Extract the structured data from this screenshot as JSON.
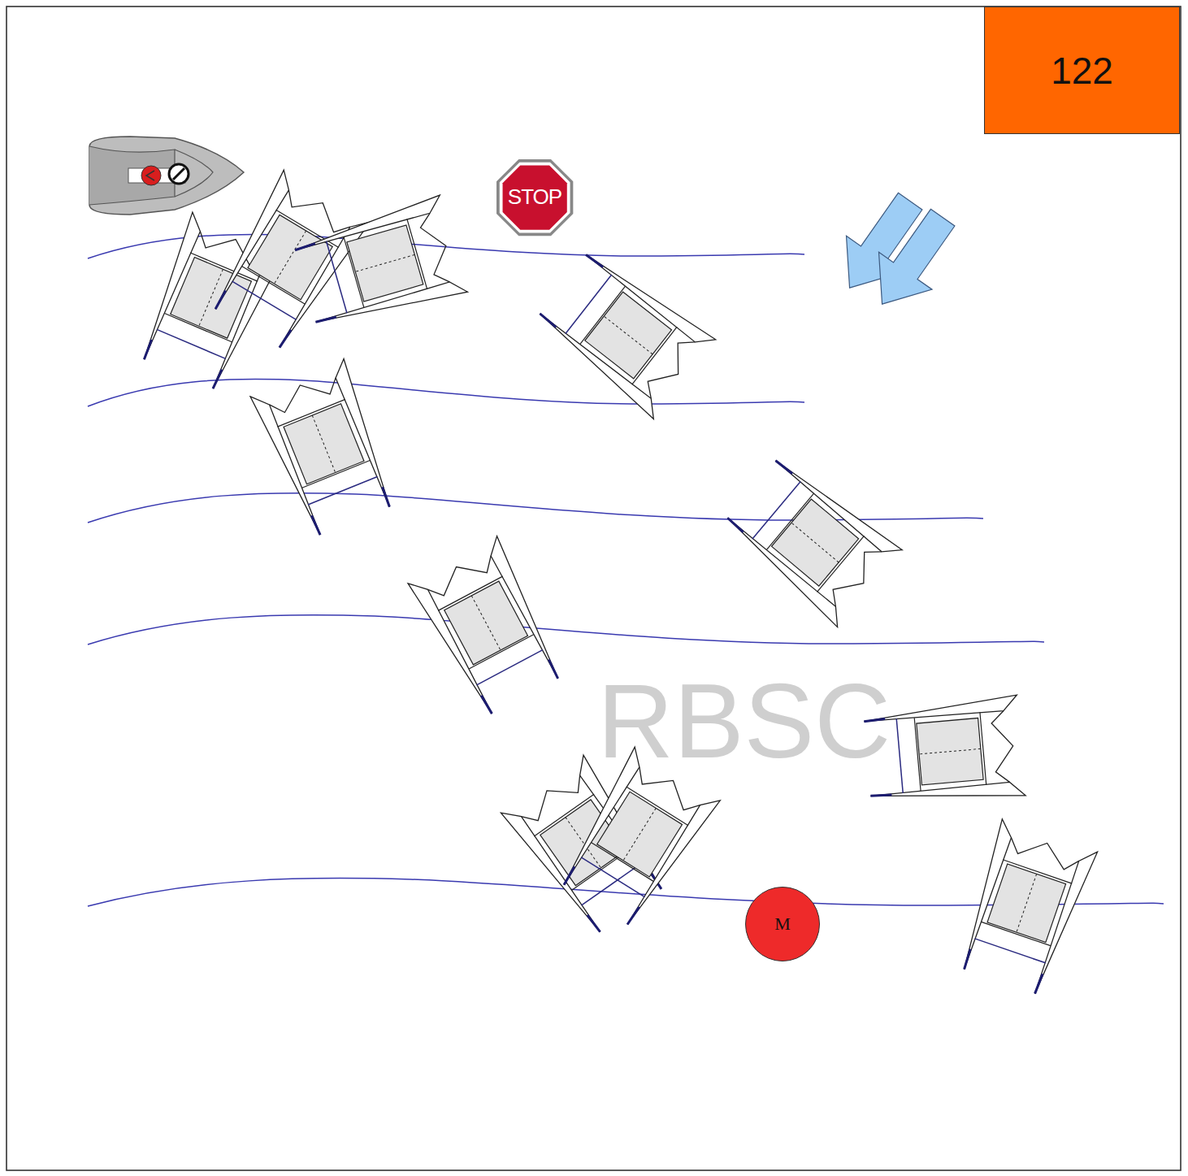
{
  "diagram": {
    "nodes": [
      {
        "text": [
          "122"
        ]
      },
      {
        "text": [
          "STOP"
        ]
      },
      {
        "text": [
          "M"
        ]
      }
    ],
    "labels": [
      "RBSC"
    ]
  }
}
